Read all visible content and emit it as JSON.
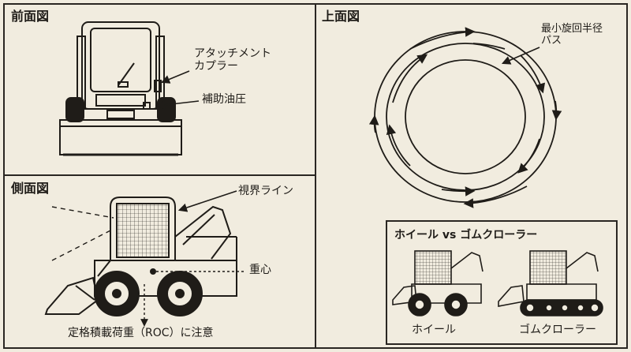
{
  "panels": {
    "front": {
      "title": "前面図"
    },
    "top": {
      "title": "上面図"
    },
    "side": {
      "title": "側面図"
    }
  },
  "front_view": {
    "coupler_label_line1": "アタッチメント",
    "coupler_label_line2": "カプラー",
    "aux_hydraulics_label": "補助油圧"
  },
  "top_view": {
    "turn_path_label_line1": "最小旋回半径",
    "turn_path_label_line2": "パス"
  },
  "side_view": {
    "sightline_label": "視界ライン",
    "center_of_gravity_label": "重心",
    "roc_label": "定格積載荷重（ROC）に注意"
  },
  "comparison": {
    "title": "ホイール vs ゴムクローラー",
    "wheel_label": "ホイール",
    "track_label": "ゴムクローラー"
  },
  "colors": {
    "background": "#f1ecdf",
    "ink": "#1f1c18",
    "panel_border": "#2a2622"
  }
}
